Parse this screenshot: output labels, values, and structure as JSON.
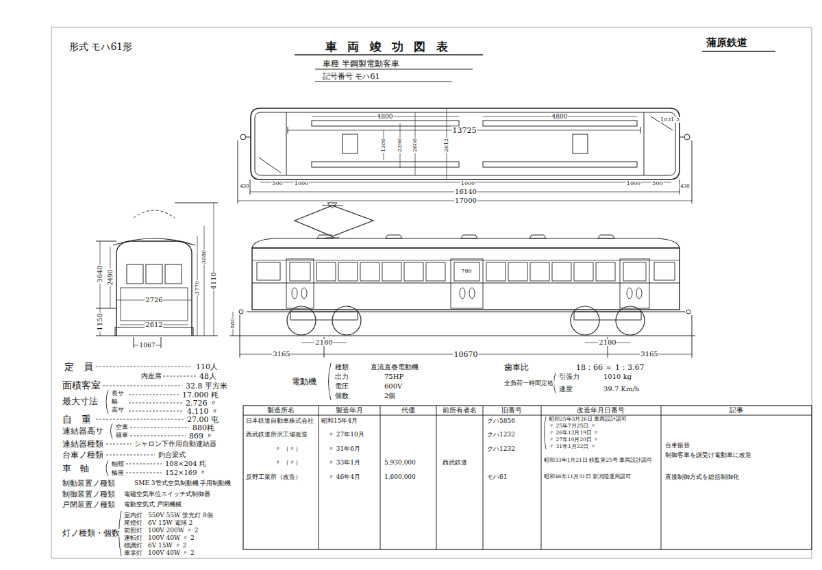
{
  "diagram": {
    "title": "車両竣功図表",
    "labels": [
      "形式 モハ61形",
      "蒲原鉄道",
      "車種 半鋼製電動客車",
      "記号番号 モハ61",
      "4800",
      "4800",
      "13725",
      "1031.5",
      "1380",
      "2390",
      "2600",
      "2612",
      "500",
      "1000",
      "1000",
      "1000",
      "500",
      "430",
      "430",
      "16140",
      "17000",
      "780",
      "880",
      "2180",
      "2180",
      "3165",
      "10670",
      "3165",
      "3640",
      "2490",
      "1150",
      "2726",
      "2612",
      "1067",
      "3770",
      "3880",
      "4110",
      "定　員",
      "110人",
      "内座席",
      "48人",
      "面積客室",
      "32.8 平方米",
      "最大寸法",
      "長サ",
      "17.000 粍",
      "幅",
      "2.726 〃",
      "高サ",
      "4.110 〃",
      "自　重",
      "27.00 屯",
      "連結器高サ",
      "空車",
      "880粍",
      "積車",
      "869 〃",
      "連結器種類",
      "シャロン下作用自動連結器",
      "台車ノ種類",
      "釣合梁式",
      "車　軸",
      "軸頸",
      "108×204 粍",
      "輪座",
      "152×169 〃",
      "制動装置ノ種類",
      "SME 3管式空気制動機 手用制動機",
      "制御装置ノ種類",
      "電磁空気単位スイッチ式制御器",
      "戸閉装置ノ種類",
      "電動空気式 戸閉機械",
      "灯ノ種類・個数",
      "室内灯",
      "550V 55W 蛍光灯 8個",
      "尾燈灯",
      "6V 15W 電球 2",
      "前照灯",
      "100V 200W 〃 2",
      "運転灯",
      "100V 40W 〃 2",
      "標識灯",
      "6V 15W 〃 2",
      "車掌灯",
      "100V 40W 〃 2",
      "電動機",
      "種類",
      "直流直巻電動機",
      "出力",
      "75HP",
      "電圧",
      "600V",
      "個数",
      "2個",
      "歯車比",
      "18：66 ＝ 1：3.67",
      "全負荷一時間定格",
      "引張力",
      "1010 kg",
      "速度",
      "39.7 Km/h",
      "製造所名",
      "製造年月",
      "代価",
      "前所有者名",
      "旧番号",
      "改造年月日番号",
      "記事",
      "日本鉄道自動車株式会社",
      "昭和15年4月",
      "西武鉄道所沢工場改造",
      "〃 27年10月",
      "〃 （〃）",
      "〃 31年6月",
      "〃 （〃）",
      "〃 33年1月",
      "5,930,000",
      "西武鉄道",
      "反野工業所（改造）",
      "〃 46年4月",
      "1,600,000",
      "クハ5856",
      "クハ1232",
      "クハ1232",
      "モハ61",
      "昭和25年3月26日 車両設計認可",
      "〃 25年7月25日 〃",
      "〃 26年12月19日 〃",
      "〃 27年10月20日 〃",
      "〃 31年1月22日 〃",
      "昭和33年1月21日 鉄監第25号 車両設計認可",
      "昭和46年11月31日 新潟陸運局認可",
      "台車振替",
      "制御客車を譲受け電動車に改造",
      "直接制御方式を総括制御化"
    ]
  }
}
